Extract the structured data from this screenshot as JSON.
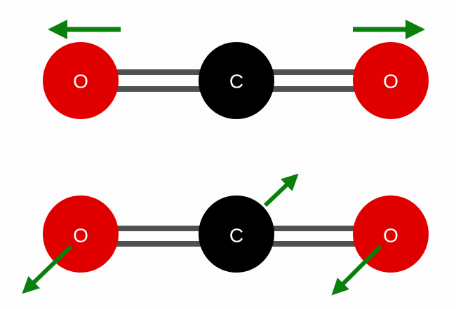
{
  "atoms": {
    "oxygen_label": "O",
    "carbon_label": "C"
  },
  "colors": {
    "oxygen": "#e00000",
    "carbon": "#000000",
    "bond": "#505050",
    "arrow": "#0b7f0b",
    "label": "#ffffff"
  },
  "modes": [
    {
      "name": "symmetric-stretch"
    },
    {
      "name": "bending"
    }
  ]
}
